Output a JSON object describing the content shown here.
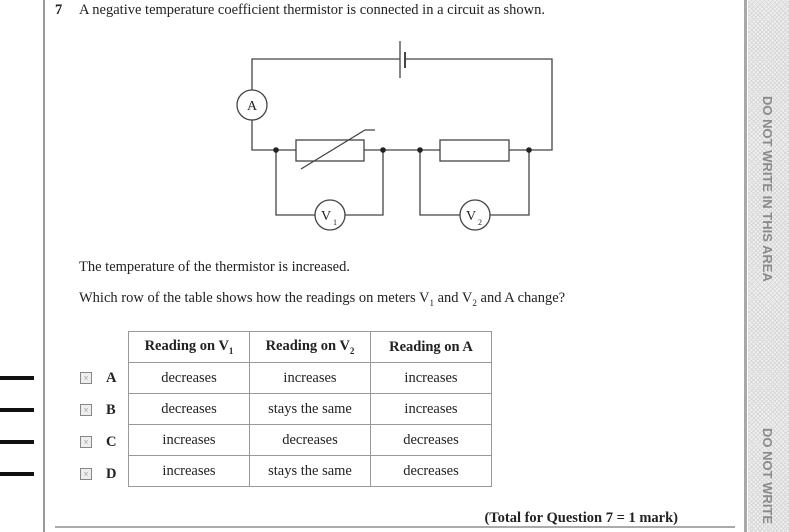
{
  "question": {
    "number": "7",
    "stem": "A negative temperature coefficient thermistor is connected in a circuit as shown.",
    "line2": "The temperature of the thermistor is increased.",
    "line3_pre": "Which row of the table shows how the readings on meters V",
    "line3_sub1": "1",
    "line3_mid": " and V",
    "line3_sub2": "2",
    "line3_post": " and A change?",
    "total": "(Total for Question 7 = 1 mark)"
  },
  "circuit": {
    "ammeter": "A",
    "v1": "V",
    "v1_sub": "1",
    "v2": "V",
    "v2_sub": "2"
  },
  "table": {
    "headers": [
      {
        "text": "Reading on V",
        "sub": "1"
      },
      {
        "text": "Reading on V",
        "sub": "2"
      },
      {
        "text": "Reading on A",
        "sub": ""
      }
    ],
    "rows": [
      {
        "option": "A",
        "cells": [
          "decreases",
          "increases",
          "increases"
        ]
      },
      {
        "option": "B",
        "cells": [
          "decreases",
          "stays the same",
          "increases"
        ]
      },
      {
        "option": "C",
        "cells": [
          "increases",
          "decreases",
          "decreases"
        ]
      },
      {
        "option": "D",
        "cells": [
          "increases",
          "stays the same",
          "decreases"
        ]
      }
    ]
  },
  "margin": {
    "text1": "DO NOT WRITE IN THIS AREA",
    "text2": "DO NOT WRITE"
  }
}
